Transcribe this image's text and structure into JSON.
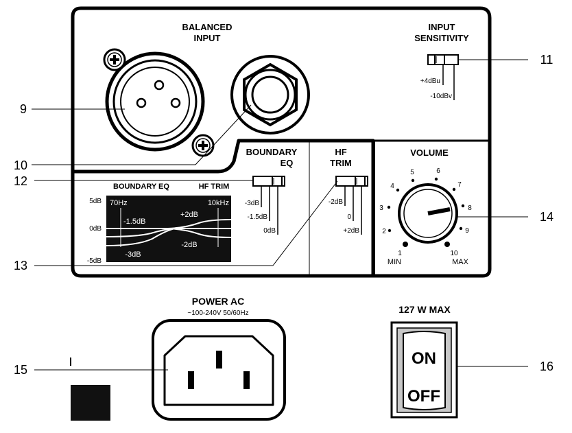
{
  "balanced_input": {
    "title_line1": "BALANCED",
    "title_line2": "INPUT"
  },
  "input_sensitivity": {
    "title_line1": "INPUT",
    "title_line2": "SENSITIVITY",
    "opt1": "+4dBu",
    "opt2": "-10dBv"
  },
  "boundary_eq": {
    "title_line1": "BOUNDARY",
    "title_line2": "EQ",
    "opt1": "-3dB",
    "opt2": "-1.5dB",
    "opt3": "0dB"
  },
  "hf_trim": {
    "title_line1": "HF",
    "title_line2": "TRIM",
    "opt1": "-2dB",
    "opt2": "0",
    "opt3": "+2dB"
  },
  "graph": {
    "title_left": "BOUNDARY EQ",
    "title_right": "HF TRIM",
    "y_top": "5dB",
    "y_mid": "0dB",
    "y_bot": "-5dB",
    "f_low": "70Hz",
    "f_high": "10kHz",
    "lab_m15": "-1.5dB",
    "lab_m3": "-3dB",
    "lab_p2": "+2dB",
    "lab_m2": "-2dB"
  },
  "volume": {
    "title": "VOLUME",
    "scale": [
      "1",
      "2",
      "3",
      "4",
      "5",
      "6",
      "7",
      "8",
      "9",
      "10"
    ],
    "min": "MIN",
    "max": "MAX"
  },
  "power": {
    "title": "POWER AC",
    "rating": "~100-240V 50/60Hz"
  },
  "switch": {
    "rating": "127 W MAX",
    "on": "ON",
    "off": "OFF"
  },
  "callouts": [
    "9",
    "10",
    "11",
    "12",
    "13",
    "14",
    "15",
    "16"
  ],
  "colors": {
    "ink": "#000000",
    "paper": "#ffffff",
    "graph_bg": "#111111",
    "switch_grey": "#c8c8c8"
  },
  "icons": [
    "xlr-connector-icon",
    "quarter-inch-jack-icon",
    "screw-icon",
    "slide-switch-icon",
    "knob-icon",
    "iec-inlet-icon",
    "rocker-switch-icon"
  ]
}
